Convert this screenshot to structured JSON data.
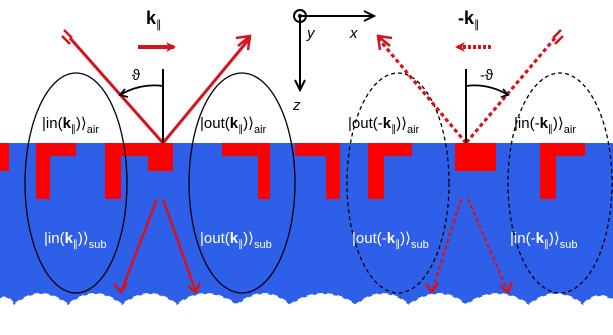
{
  "labels": {
    "k_parallel": "k",
    "k_parallel_neg": "-k",
    "parallel_sub": "∥",
    "theta": "ϑ",
    "theta_neg": "-ϑ",
    "axis_x": "x",
    "axis_y": "y",
    "axis_z": "z",
    "sub_air": "air",
    "sub_sub": "sub"
  },
  "states": {
    "in_k_air": {
      "prefix": "|in(",
      "k": "k",
      "suffix": ")⟩"
    },
    "out_k_air": {
      "prefix": "|out(",
      "k": "k",
      "suffix": ")⟩"
    },
    "out_negk_air": {
      "prefix": "|out(-",
      "k": "k",
      "suffix": ")⟩"
    },
    "in_negk_air": {
      "prefix": "|in(-",
      "k": "k",
      "suffix": ")⟩"
    },
    "in_k_sub": {
      "prefix": "|in(",
      "k": "k",
      "suffix": ")⟩"
    },
    "out_k_sub": {
      "prefix": "|out(",
      "k": "k",
      "suffix": ")⟩"
    },
    "out_negk_sub": {
      "prefix": "|out(-",
      "k": "k",
      "suffix": ")⟩"
    },
    "in_negk_sub": {
      "prefix": "|in(-",
      "k": "k",
      "suffix": ")⟩"
    }
  },
  "colors": {
    "substrate": "#2e5fe8",
    "element": "#ff0000",
    "beam": "#d6131b",
    "line": "#000000",
    "state_text_air": "#000000",
    "state_text_sub": "#ffffff"
  }
}
